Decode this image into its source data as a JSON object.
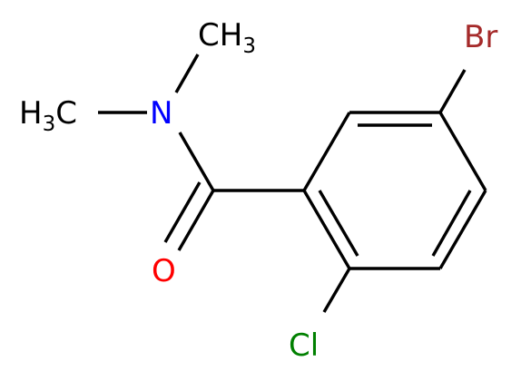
{
  "molecule": {
    "atom_labels": {
      "br": "Br",
      "n": "N",
      "o": "O",
      "cl": "Cl",
      "ch3_top": {
        "main": "CH",
        "sub": "3"
      },
      "ch3_left": {
        "main": "H",
        "sub": "3",
        "tail": "C"
      }
    },
    "colors": {
      "bond": "#000000",
      "bromine": "#a52a2a",
      "nitrogen": "#0000ff",
      "oxygen": "#ff0000",
      "chlorine": "#008000",
      "carbon_label": "#000000"
    }
  }
}
